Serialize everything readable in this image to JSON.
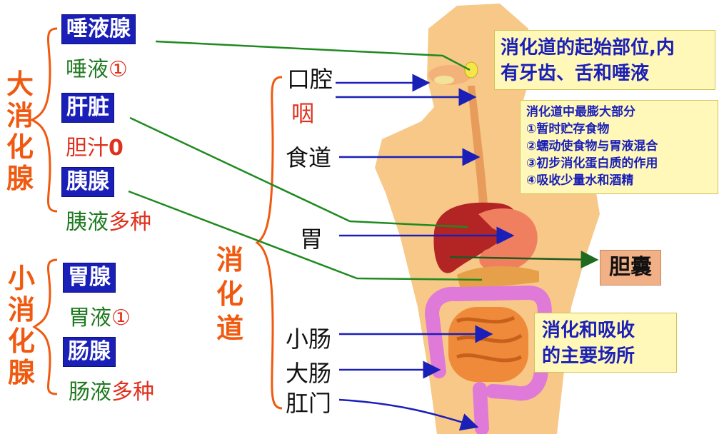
{
  "big_glands": {
    "label_chars": [
      "大",
      "消",
      "化",
      "腺"
    ],
    "items": [
      {
        "gland": "唾液腺",
        "juice": "唾液",
        "note": "①"
      },
      {
        "gland": "肝脏",
        "juice": "胆汁",
        "note": "0"
      },
      {
        "gland": "胰腺",
        "juice": "胰液",
        "note": "多种"
      }
    ]
  },
  "small_glands": {
    "label_chars": [
      "小",
      "消",
      "化",
      "腺"
    ],
    "items": [
      {
        "gland": "胃腺",
        "juice": "胃液",
        "note": "①"
      },
      {
        "gland": "肠腺",
        "juice": "肠液",
        "note": "多种"
      }
    ]
  },
  "tract": {
    "label_chars": [
      "消",
      "化",
      "道"
    ],
    "organs": {
      "mouth": "口腔",
      "pharynx": "咽",
      "esophagus": "食道",
      "stomach": "胃",
      "small_intestine": "小肠",
      "large_intestine": "大肠",
      "anus": "肛门"
    }
  },
  "notes": {
    "mouth_line1": "消化道的起始部位,内",
    "mouth_line2": "有牙齿、舌和唾液",
    "stomach_title": "消化道中最膨大部分",
    "stomach_points": [
      "①暂时贮存食物",
      "②蠕动使食物与胃液混合",
      "③初步消化蛋白质的作用",
      "④吸收少量水和酒精"
    ],
    "intestine_line1": "消化和吸收",
    "intestine_line2": "的主要场所"
  },
  "gallbladder": "胆囊",
  "colors": {
    "gland_box": "#1a1fb8",
    "juice_text": "#1e7a1e",
    "note_red": "#e0301e",
    "category_orange": "#f05a10",
    "arrow_blue": "#1a1fb8",
    "line_green": "#1f8a1f",
    "body_skin": "#f7c887",
    "note_bg": "#fff8b8",
    "gallbladder_bg": "#f2b086"
  }
}
